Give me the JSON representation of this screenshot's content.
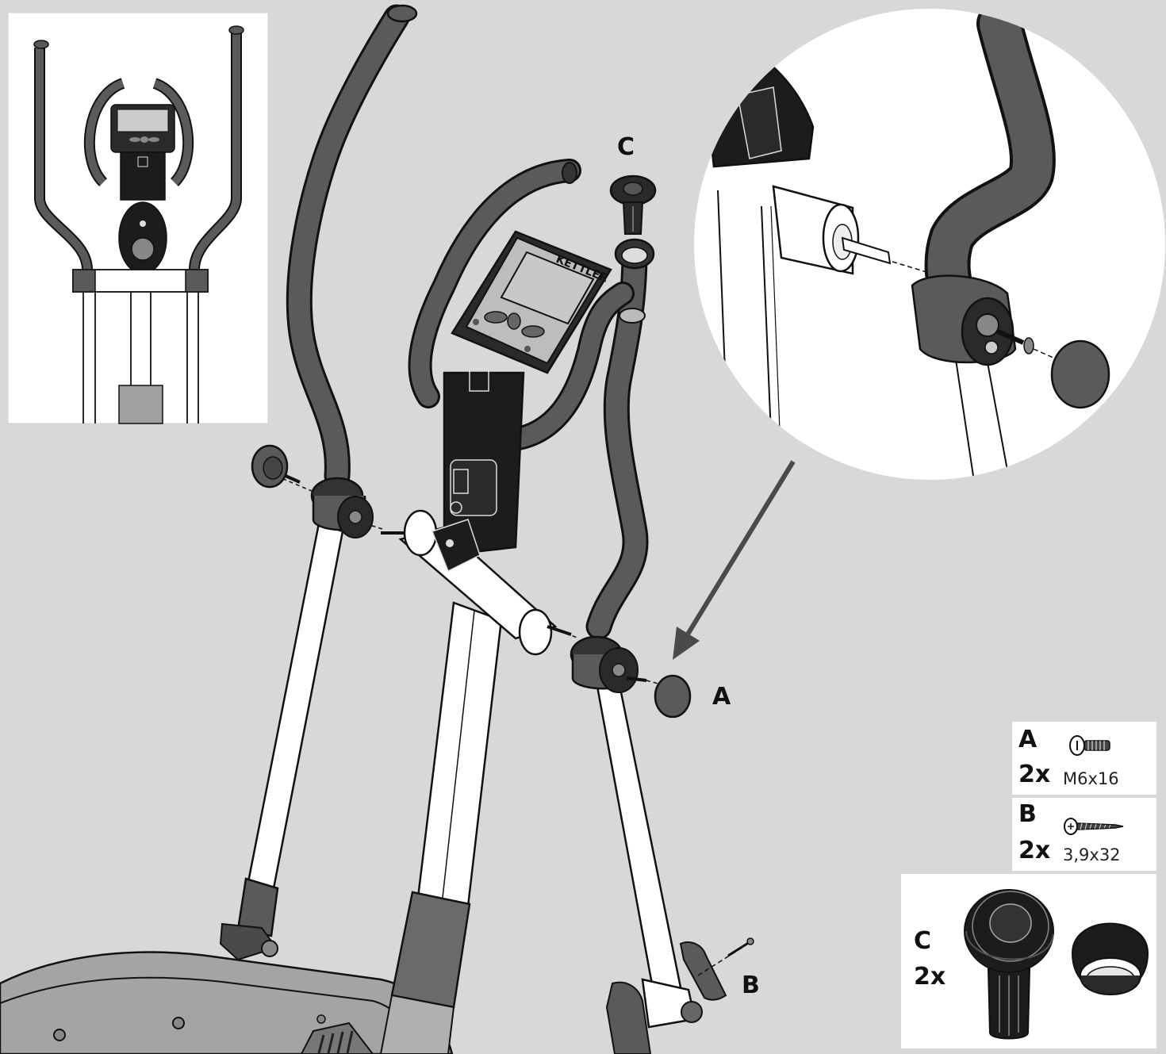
{
  "labels": {
    "part_a": "A",
    "part_b": "B",
    "part_c": "C"
  },
  "console_brand": "KETTLER",
  "parts": [
    {
      "letter": "A",
      "qty": "2x",
      "size": "M6x16",
      "icon": "bolt-icon"
    },
    {
      "letter": "B",
      "qty": "2x",
      "size": "3,9x32",
      "icon": "screw-icon"
    },
    {
      "letter": "C",
      "qty": "2x",
      "size": "",
      "icon": "end-cap-icon"
    }
  ],
  "colors": {
    "background": "#d8d8d8",
    "tube_dark": "#5a5a5a",
    "tube_light": "#ffffff",
    "black_part": "#1c1c1c",
    "outline": "#111111"
  }
}
